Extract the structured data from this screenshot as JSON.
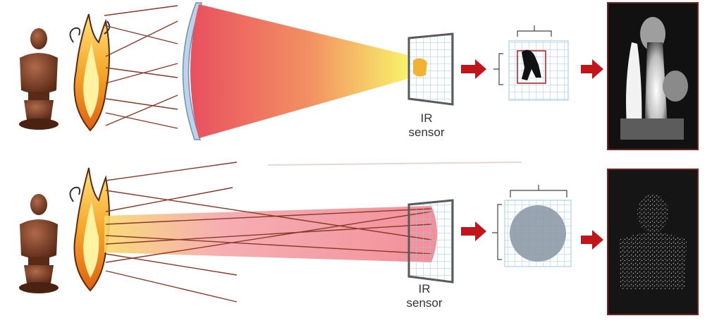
{
  "labels": {
    "top_sensor": [
      "IR",
      "sensor"
    ],
    "bottom_sensor": [
      "IR",
      "sensor"
    ]
  },
  "colors": {
    "ray": "#8a3a28",
    "arrow": "#c0151b",
    "grid": "#9cc7e8",
    "frame": "#5a5a5a",
    "beam_near": "#e8505f",
    "beam_far": "#f8f26a",
    "beam_bottom": "#f3a1a6",
    "flame_outer": "#f0a020",
    "flame_inner": "#fff2a0",
    "statue": "#7a3f22",
    "mask_circle": "#8e9aa8",
    "lens": "#bcd3ea",
    "image_bg": "#111111"
  },
  "icons": [
    "statue-icon",
    "flame-icon",
    "lens-icon",
    "ir-sensor-icon",
    "pixel-grid-icon",
    "thermal-image",
    "flow-arrow-icon"
  ]
}
